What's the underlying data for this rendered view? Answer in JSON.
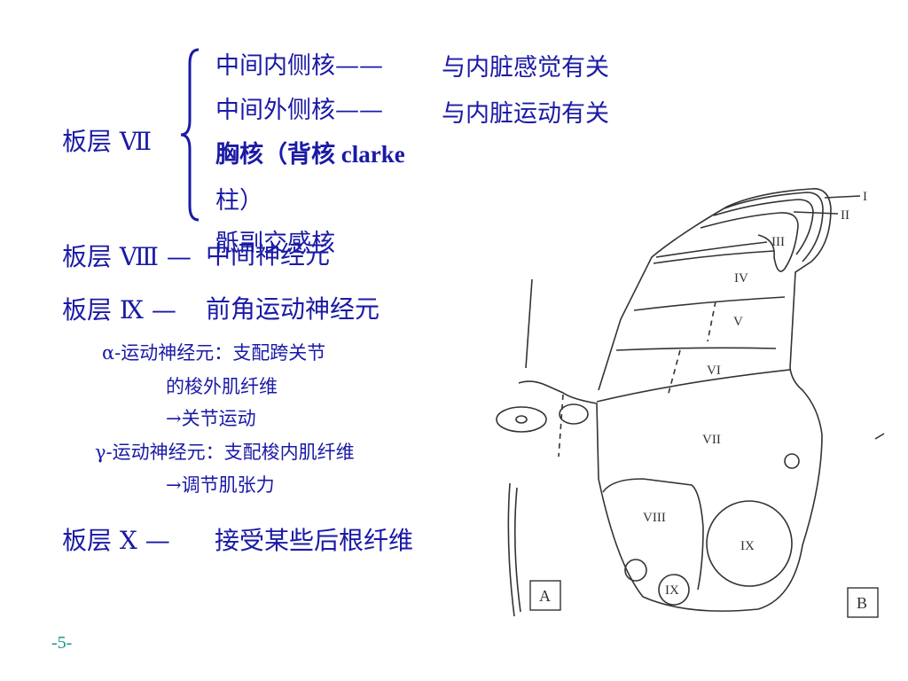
{
  "lamina7": {
    "label": "板层 Ⅶ",
    "items": [
      {
        "name": "中间内侧核——",
        "desc": "与内脏感觉有关"
      },
      {
        "name": "中间外侧核——",
        "desc": "与内脏运动有关"
      },
      {
        "name": "胸核（背核 clarke",
        "name2": "柱）"
      },
      {
        "name": "骶副交感核"
      }
    ]
  },
  "lamina8": {
    "label": "板层 Ⅷ —",
    "desc": "中间神经元"
  },
  "lamina9": {
    "label": "板层 Ⅸ —",
    "desc": "前角运动神经元",
    "alpha": {
      "line1": "α-运动神经元：支配跨关节",
      "line2": "的梭外肌纤维",
      "line3": "→关节运动"
    },
    "gamma": {
      "line1": "γ-运动神经元：支配梭内肌纤维",
      "line2": "→调节肌张力"
    }
  },
  "lamina10": {
    "label": "板层 X —",
    "desc": "接受某些后根纤维"
  },
  "page_number": "-5-",
  "figure": {
    "panel_a": "A",
    "panel_b": "B",
    "laminae": [
      "I",
      "II",
      "III",
      "IV",
      "V",
      "VI",
      "VII",
      "VIII",
      "IX",
      "IX"
    ]
  }
}
